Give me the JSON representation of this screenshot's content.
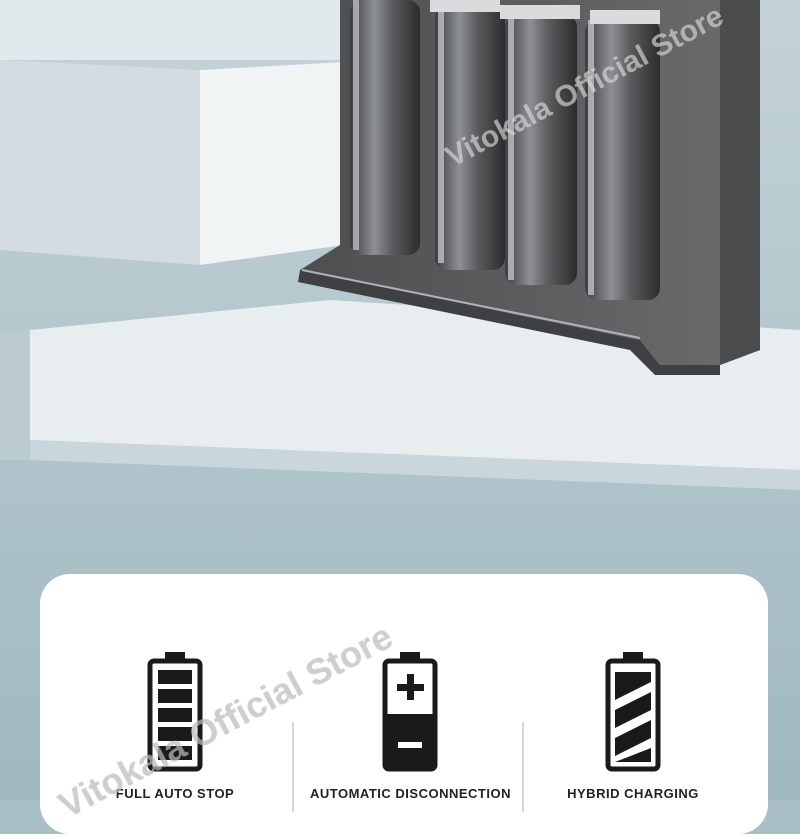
{
  "watermark": {
    "text": "Vitokala Official Store"
  },
  "features": [
    {
      "label": "FULL AUTO STOP",
      "icon": "full-battery-icon"
    },
    {
      "label": "AUTOMATIC DISCONNECTION",
      "icon": "battery-charge-icon"
    },
    {
      "label": "HYBRID CHARGING",
      "icon": "striped-battery-icon"
    }
  ],
  "colors": {
    "wall": "#a9c0c7",
    "counter": "#dde5e8",
    "charger": "#5b5d5f",
    "card": "#ffffff",
    "icon": "#1a1a1a"
  }
}
